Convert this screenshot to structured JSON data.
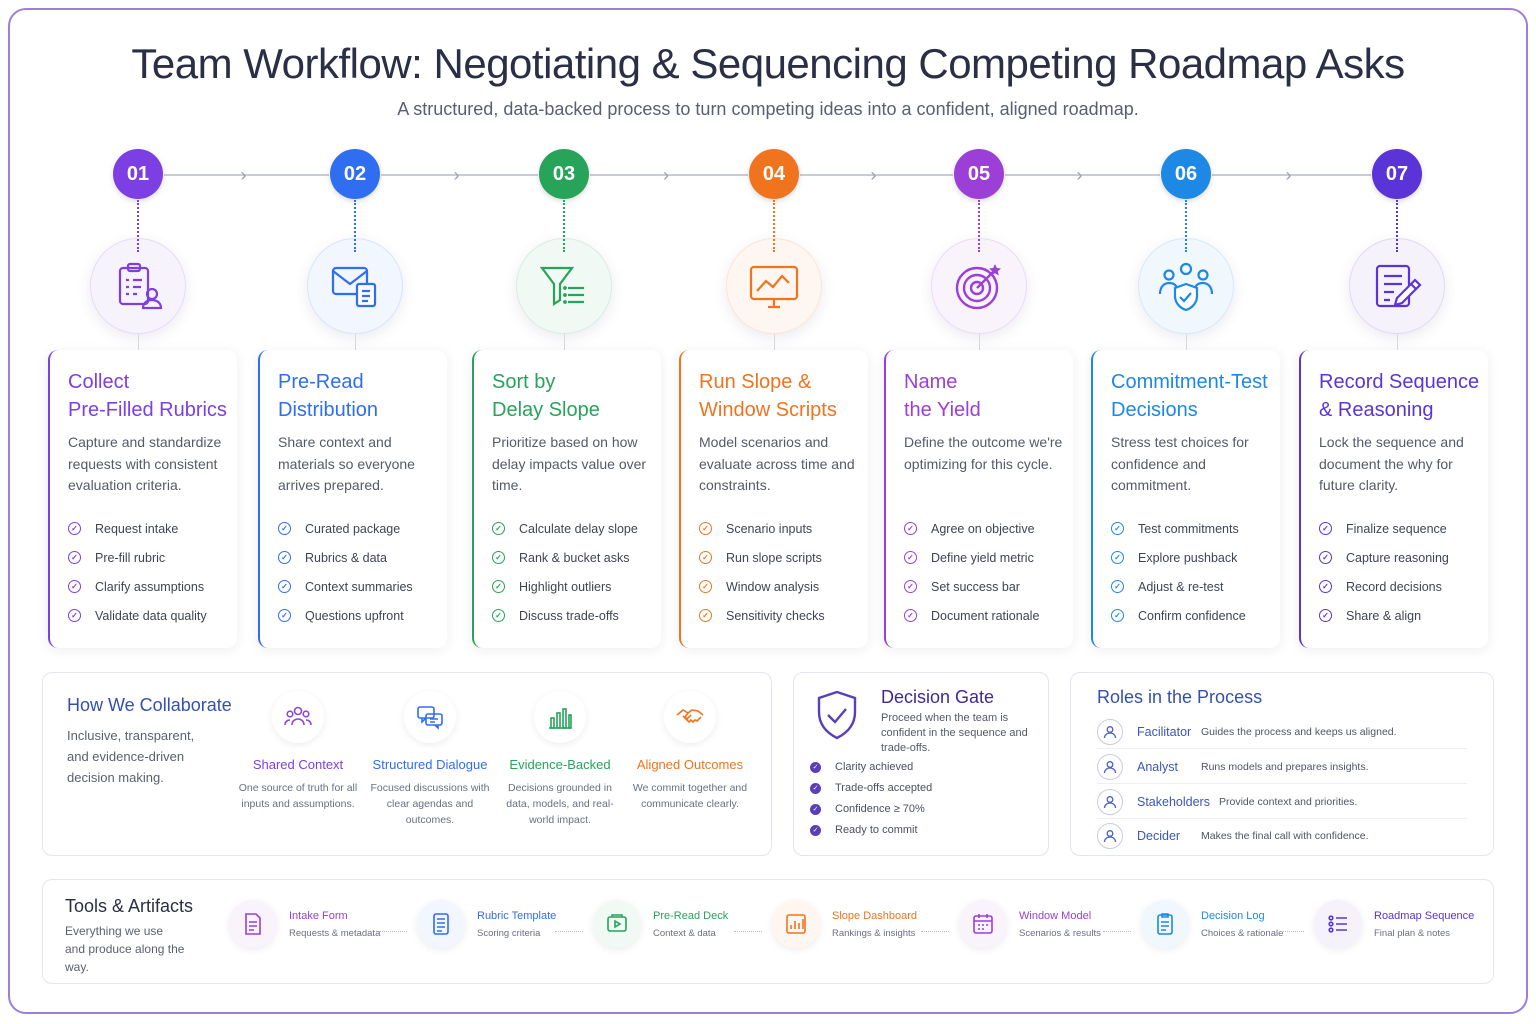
{
  "header": {
    "title": "Team Workflow: Negotiating & Sequencing Competing Roadmap Asks",
    "subtitle": "A structured, data-backed process to turn competing ideas into a confident, aligned roadmap."
  },
  "colors": {
    "step1": "#7b3fe4",
    "step2": "#2f6ef0",
    "step3": "#27a35a",
    "step4": "#f0741e",
    "step5": "#9b3fd6",
    "step6": "#1e88e5",
    "step7": "#5a34d6"
  },
  "steps": [
    {
      "num": "01",
      "icon": "clipboard-user-icon",
      "title1": "Collect",
      "title2": "Pre-Filled Rubrics",
      "desc": "Capture and standardize requests with consistent evaluation criteria.",
      "items": [
        "Request intake",
        "Pre-fill rubric",
        "Clarify assumptions",
        "Validate data quality"
      ]
    },
    {
      "num": "02",
      "icon": "envelope-document-icon",
      "title1": "Pre-Read",
      "title2": "Distribution",
      "desc": "Share context and materials so everyone arrives prepared.",
      "items": [
        "Curated package",
        "Rubrics & data",
        "Context summaries",
        "Questions upfront"
      ]
    },
    {
      "num": "03",
      "icon": "filter-list-icon",
      "title1": "Sort by",
      "title2": "Delay Slope",
      "desc": "Prioritize based on how delay impacts value over time.",
      "items": [
        "Calculate delay slope",
        "Rank & bucket asks",
        "Highlight outliers",
        "Discuss trade-offs"
      ]
    },
    {
      "num": "04",
      "icon": "chart-monitor-icon",
      "title1": "Run Slope &",
      "title2": "Window Scripts",
      "desc": "Model scenarios and evaluate across time and constraints.",
      "items": [
        "Scenario inputs",
        "Run slope scripts",
        "Window analysis",
        "Sensitivity checks"
      ]
    },
    {
      "num": "05",
      "icon": "target-star-icon",
      "title1": "Name",
      "title2": "the Yield",
      "desc": "Define the outcome we're optimizing for this cycle.",
      "items": [
        "Agree on objective",
        "Define yield metric",
        "Set success bar",
        "Document rationale"
      ]
    },
    {
      "num": "06",
      "icon": "team-shield-icon",
      "title1": "Commitment-Test",
      "title2": "Decisions",
      "desc": "Stress test choices for confidence and commitment.",
      "items": [
        "Test commitments",
        "Explore pushback",
        "Adjust & re-test",
        "Confirm confidence"
      ]
    },
    {
      "num": "07",
      "icon": "document-pen-icon",
      "title1": "Record Sequence",
      "title2": "& Reasoning",
      "desc": "Lock the sequence and document the why for future clarity.",
      "items": [
        "Finalize sequence",
        "Capture reasoning",
        "Record decisions",
        "Share & align"
      ]
    }
  ],
  "collaborate": {
    "title": "How We Collaborate",
    "desc": "Inclusive, transparent, and evidence-driven decision making.",
    "items": [
      {
        "icon": "people-group-icon",
        "title": "Shared Context",
        "desc": "One source of truth for all inputs and assumptions."
      },
      {
        "icon": "chat-bubbles-icon",
        "title": "Structured Dialogue",
        "desc": "Focused discussions with clear agendas and outcomes."
      },
      {
        "icon": "bar-chart-icon",
        "title": "Evidence-Backed",
        "desc": "Decisions grounded in data, models, and real-world impact."
      },
      {
        "icon": "handshake-icon",
        "title": "Aligned Outcomes",
        "desc": "We commit together and communicate clearly."
      }
    ]
  },
  "gate": {
    "title": "Decision Gate",
    "desc": "Proceed when the team is confident in the sequence and trade-offs.",
    "items": [
      "Clarity achieved",
      "Trade-offs accepted",
      "Confidence ≥ 70%",
      "Ready to commit"
    ]
  },
  "roles": {
    "title": "Roles in the Process",
    "items": [
      {
        "name": "Facilitator",
        "desc": "Guides the process and keeps us aligned."
      },
      {
        "name": "Analyst",
        "desc": "Runs models and prepares insights."
      },
      {
        "name": "Stakeholders",
        "desc": "Provide context and priorities."
      },
      {
        "name": "Decider",
        "desc": "Makes the final call with confidence."
      }
    ]
  },
  "tools": {
    "title": "Tools & Artifacts",
    "desc": "Everything we use and produce along the way.",
    "items": [
      {
        "icon": "form-icon",
        "name": "Intake Form",
        "desc": "Requests & metadata"
      },
      {
        "icon": "template-icon",
        "name": "Rubric Template",
        "desc": "Scoring criteria"
      },
      {
        "icon": "slide-deck-icon",
        "name": "Pre-Read Deck",
        "desc": "Context & data"
      },
      {
        "icon": "dashboard-icon",
        "name": "Slope Dashboard",
        "desc": "Rankings & insights"
      },
      {
        "icon": "calendar-model-icon",
        "name": "Window Model",
        "desc": "Scenarios & results"
      },
      {
        "icon": "log-icon",
        "name": "Decision Log",
        "desc": "Choices & rationale"
      },
      {
        "icon": "list-sequence-icon",
        "name": "Roadmap Sequence",
        "desc": "Final plan & notes"
      }
    ]
  }
}
